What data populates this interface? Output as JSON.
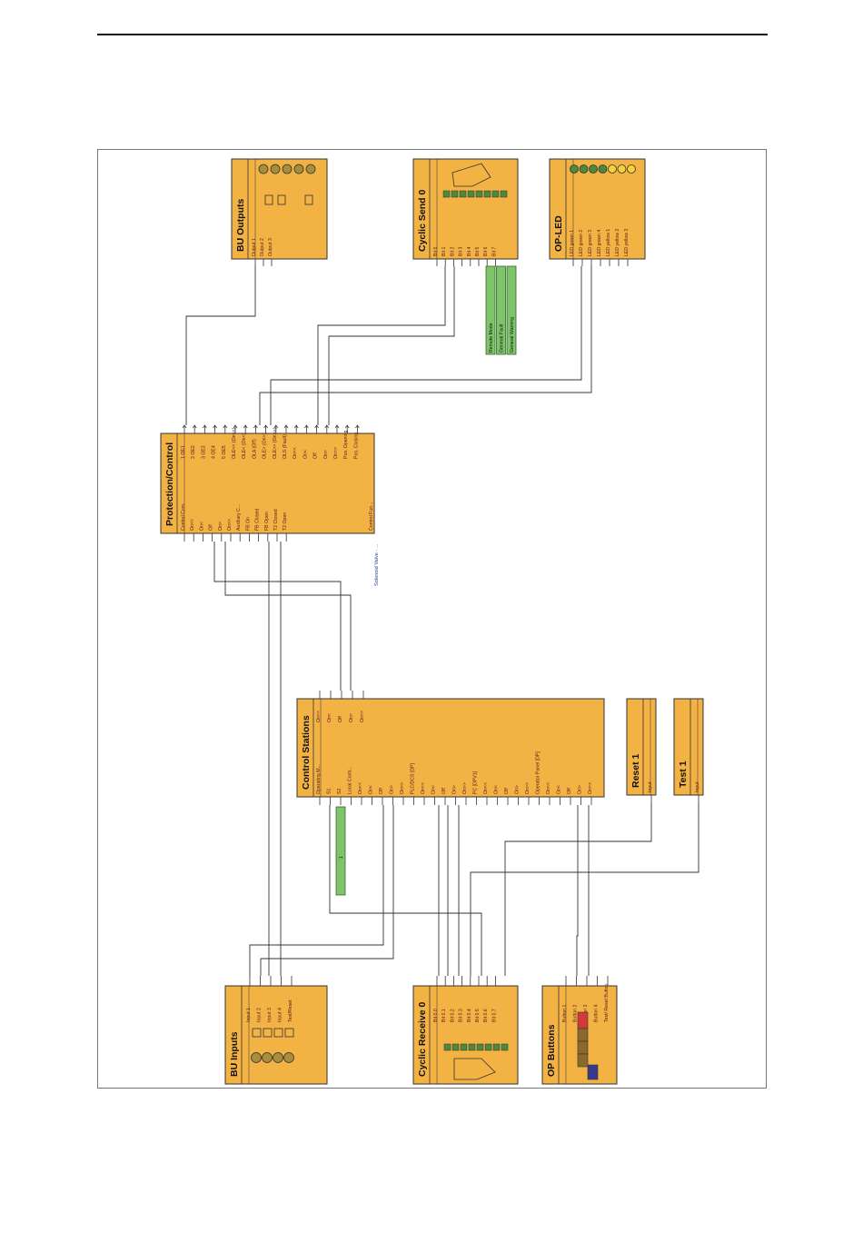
{
  "colors": {
    "block": "#f2b244",
    "signal": "#7fc46a",
    "led_green": "#4a8a3a",
    "led_yellow": "#f5d23a",
    "button_red": "#d23a3a",
    "button_blue": "#3a3a8a"
  },
  "blocks": {
    "bu_outputs": {
      "title": "BU Outputs",
      "pins": [
        "Output 1",
        "Output 2",
        "Output 3"
      ]
    },
    "cyclic_send": {
      "title": "Cyclic Send 0",
      "pins": [
        "Bit 0",
        "Bit 1",
        "Bit 2",
        "Bit 3",
        "Bit 4",
        "Bit 5",
        "Bit 6",
        "Bit 7"
      ]
    },
    "op_led": {
      "title": "OP-LED",
      "pins": [
        "LED green 1",
        "LED green 2",
        "LED green 3",
        "LED green 4",
        "LED yellow 1",
        "LED yellow 2",
        "LED yellow 3"
      ]
    },
    "protection": {
      "title": "Protection/Control",
      "left_pins": [
        "Control Com.",
        "On<<",
        "On<",
        "Off",
        "On>",
        "On>>",
        "Auxiliary C...",
        "FB On",
        "FB Closed",
        "FB Open",
        "T2 Closed",
        "T2 Open"
      ],
      "right_pins": [
        "1 OE1",
        "2 OE2",
        "3 OE3",
        "4 OE4",
        "5 OE5",
        "OLE<< (On<<)",
        "OLE< (On<)",
        "OLA (Off)",
        "OLE> (On>)",
        "OLE>> (On>>)",
        "OLS (Fault)",
        "On<<",
        "On<",
        "Off",
        "On>",
        "On>>",
        "Pos. Opening",
        "Pos. Closing"
      ],
      "bottom_left": "Control Fun...",
      "caption": "Solenoid Valve - ..."
    },
    "control_stations": {
      "title": "Control Stations",
      "left_pins": [
        "Operating M...",
        "S1",
        "S2",
        "Local Contr...",
        "On<<",
        "On<",
        "Off",
        "On>",
        "On>>",
        "PLC/DCS [DP]",
        "On<<",
        "On<",
        "Off",
        "On>",
        "On>>",
        "PC [DPV1]",
        "On<<",
        "On<",
        "Off",
        "On>",
        "On>>",
        "Operator Panel [DP]",
        "On<<",
        "On<",
        "Off",
        "On>",
        "On>>"
      ],
      "right_pins": [
        "On<<",
        "On<",
        "Off",
        "On>",
        "On>>"
      ]
    },
    "reset": {
      "title": "Reset 1",
      "pin": "Input"
    },
    "test": {
      "title": "Test 1",
      "pin": "Input"
    },
    "bu_inputs": {
      "title": "BU Inputs",
      "pins": [
        "Input 1",
        "Input 2",
        "Input 3",
        "Input 4",
        "Test/Reset"
      ]
    },
    "cyclic_receive": {
      "title": "Cyclic Receive 0",
      "pins": [
        "Bit 0.0",
        "Bit 0.1",
        "Bit 0.2",
        "Bit 0.3",
        "Bit 0.4",
        "Bit 0.5",
        "Bit 0.6",
        "Bit 0.7"
      ]
    },
    "op_buttons": {
      "title": "OP Buttons",
      "pins": [
        "Button 1",
        "Button 2",
        "Button 3",
        "Button 4",
        "Test/ Reset Button"
      ]
    }
  },
  "signals": {
    "send": [
      "Remote Mode",
      "General Fault",
      "General Warning"
    ],
    "stations": "1"
  }
}
